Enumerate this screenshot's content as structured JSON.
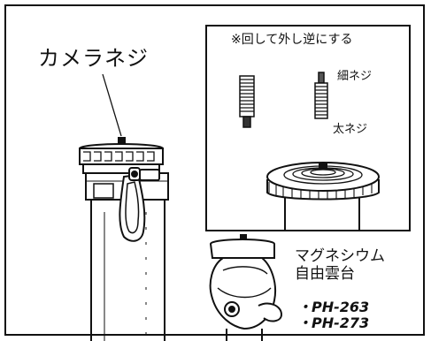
{
  "labels": {
    "camera_screw": "カメラネジ",
    "instruction": "※回して外し逆にする",
    "fine_screw": "細ネジ",
    "coarse_screw": "太ネジ",
    "product_line1": "マグネシウム",
    "product_line2": "自由雲台"
  },
  "models": [
    "・PH-263",
    "・PH-273"
  ]
}
